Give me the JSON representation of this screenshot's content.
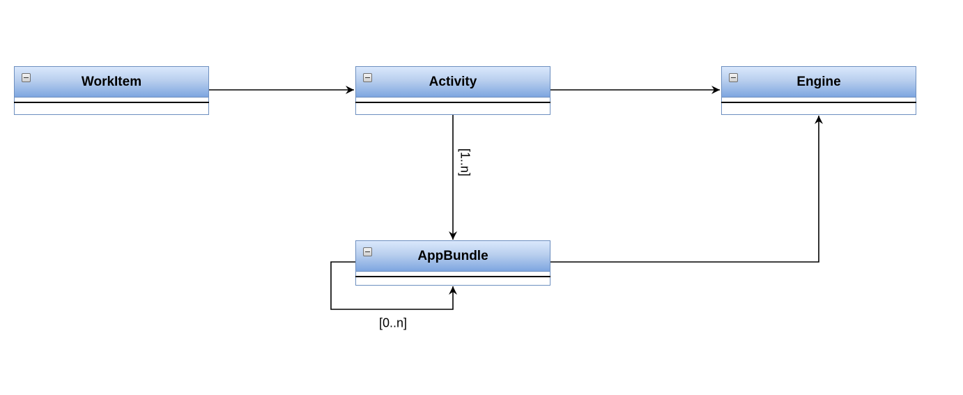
{
  "diagram": {
    "classes": {
      "workitem": {
        "name": "WorkItem"
      },
      "activity": {
        "name": "Activity"
      },
      "engine": {
        "name": "Engine"
      },
      "appbundle": {
        "name": "AppBundle"
      }
    },
    "associations": [
      {
        "from": "WorkItem",
        "to": "Activity",
        "multiplicity": ""
      },
      {
        "from": "Activity",
        "to": "Engine",
        "multiplicity": ""
      },
      {
        "from": "Activity",
        "to": "AppBundle",
        "multiplicity": "[1..n]"
      },
      {
        "from": "AppBundle",
        "to": "Engine",
        "multiplicity": ""
      },
      {
        "from": "AppBundle",
        "to": "AppBundle",
        "multiplicity": "[0..n]"
      }
    ],
    "colors": {
      "header_top": "#dae8fc",
      "header_bottom": "#7ea6e0",
      "border": "#6c8ebf",
      "line": "#000000"
    },
    "icons": [
      "collapse-icon"
    ]
  }
}
